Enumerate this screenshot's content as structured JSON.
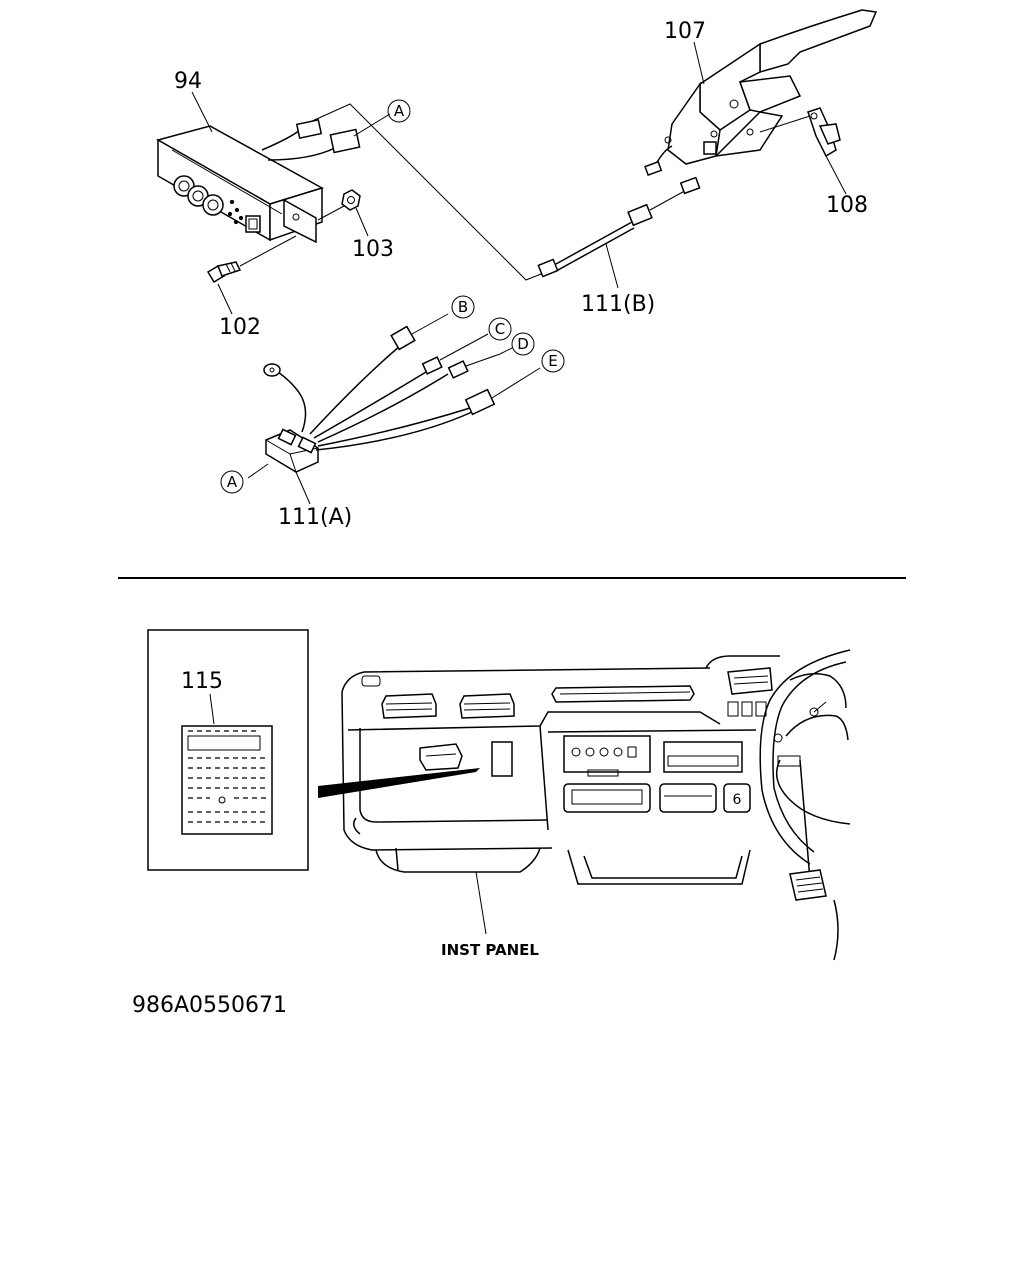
{
  "labels": {
    "p94": "94",
    "p102": "102",
    "p103": "103",
    "p107": "107",
    "p108": "108",
    "p111a": "111(A)",
    "p111b": "111(B)",
    "p115": "115",
    "inst_panel": "INST PANEL"
  },
  "connectors": {
    "a_top": "A",
    "a_bottom": "A",
    "b": "B",
    "c": "C",
    "d": "D",
    "e": "E"
  },
  "diagram_code": "986A0550671"
}
